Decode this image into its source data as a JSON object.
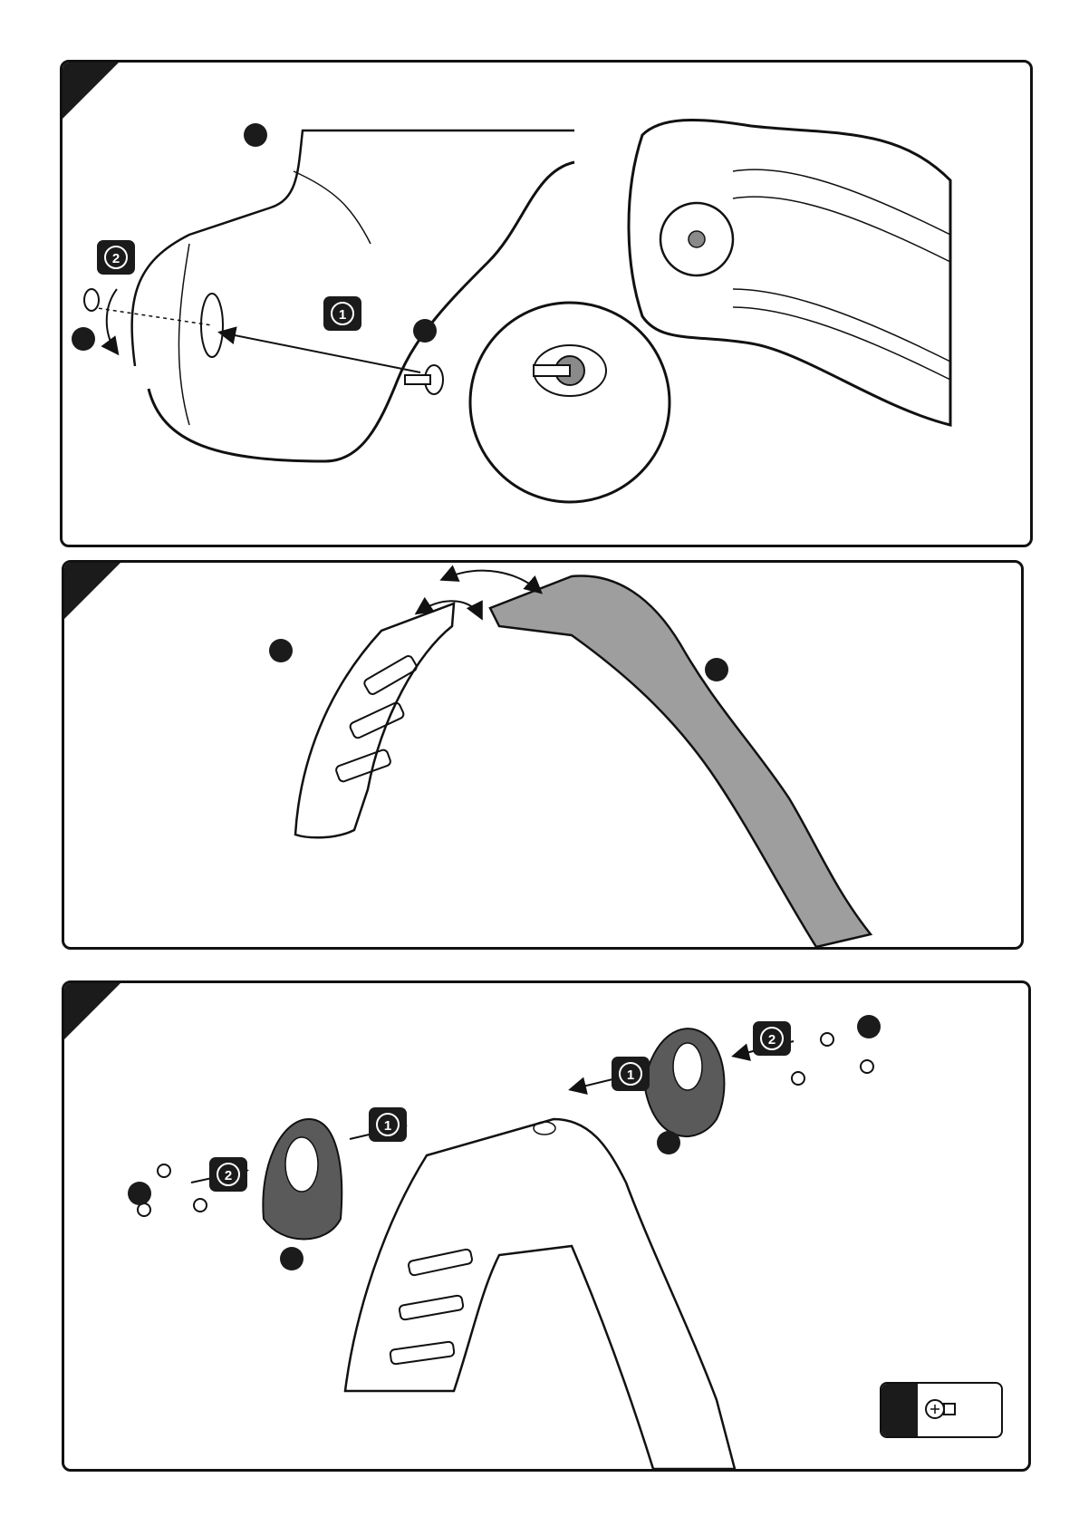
{
  "colors": {
    "line": "#111111",
    "badge_fill": "#1b1b1b",
    "badge_text": "#ffffff",
    "slide_fill": "#9e9e9e",
    "part_dark": "#5a5a5a",
    "page_bg": "#ffffff"
  },
  "panel1": {
    "step_badges": [
      "2",
      "1"
    ]
  },
  "panel2": {},
  "panel3": {
    "step_badges": [
      "2",
      "1",
      "2",
      "1"
    ],
    "hardware_count": ""
  },
  "icons": [
    "mounting-cap-icon",
    "screw-icon",
    "arrow-icon",
    "rotate-arrow-icon",
    "magnifier-callout-icon"
  ]
}
